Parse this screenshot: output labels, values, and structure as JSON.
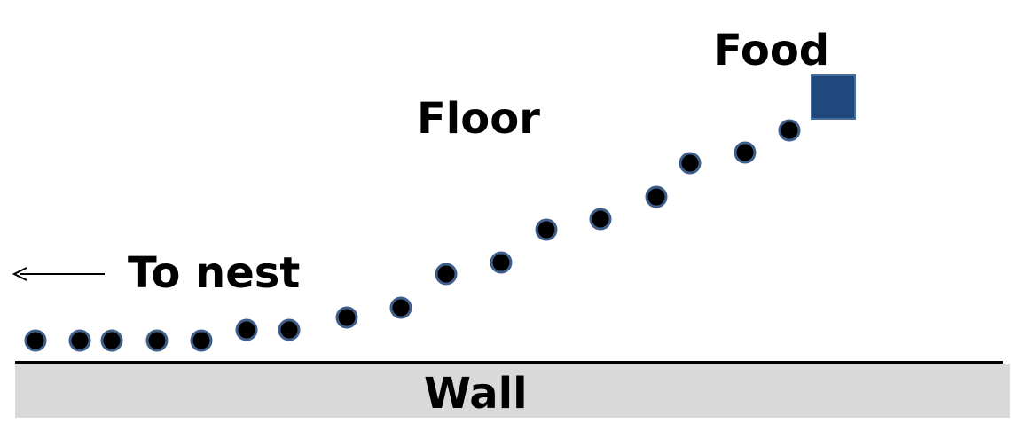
{
  "labels": {
    "food": "Food",
    "floor": "Floor",
    "to_nest": "To nest",
    "wall": "Wall"
  },
  "colors": {
    "food": "#1f497d",
    "ant_fill": "#000000",
    "ant_stroke": "#3f5f8a",
    "wall": "#d9d9d9",
    "wall_line": "#000000",
    "arrow": "#000000"
  },
  "icons": {
    "nest_direction": "left-arrow-icon",
    "food": "food-square-icon",
    "ant": "ant-dot-icon"
  }
}
